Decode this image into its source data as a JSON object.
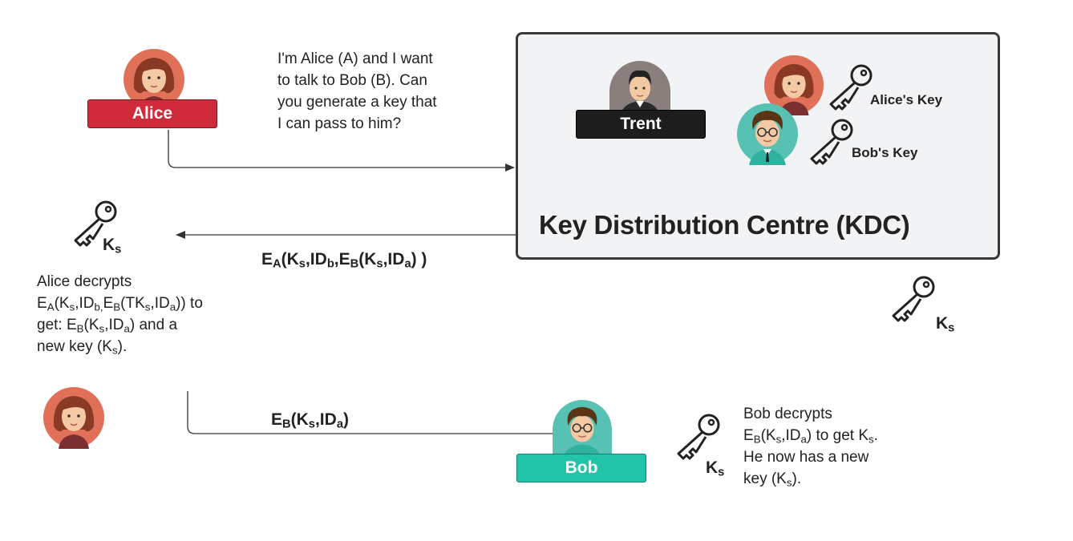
{
  "kdc": {
    "title": "Key Distribution Centre (KDC)",
    "alice_key_label": "Alice's Key",
    "bob_key_label": "Bob's Key"
  },
  "actors": {
    "alice": "Alice",
    "trent": "Trent",
    "bob": "Bob"
  },
  "messages": {
    "request_lines": [
      "I'm Alice (A) and I want",
      "to talk to Bob (B). Can",
      "you generate a key that",
      "I can pass to him?"
    ],
    "kdc_to_alice": "EA(Ks,IDb,EB(Ks,IDa) )",
    "alice_to_bob": "EB(Ks,IDa)"
  },
  "notes": {
    "alice_decrypts": "Alice decrypts EA(Ks,IDb,EB(TKs,IDa)) to get: EB(Ks,IDa) and a new key (Ks).",
    "bob_decrypts": "Bob decrypts EB(Ks,IDa) to get Ks. He now has a new key (Ks)."
  },
  "session_key_label": "Ks",
  "icons": [
    "key-icon",
    "alice-avatar",
    "bob-avatar",
    "trent-avatar",
    "arrow-head"
  ],
  "colors": {
    "alice": "#cf2b3a",
    "trent": "#1d1d1d",
    "bob": "#21c4a9",
    "kdc_fill": "#f2f3f5",
    "kdc_border": "#3a3a3a"
  }
}
